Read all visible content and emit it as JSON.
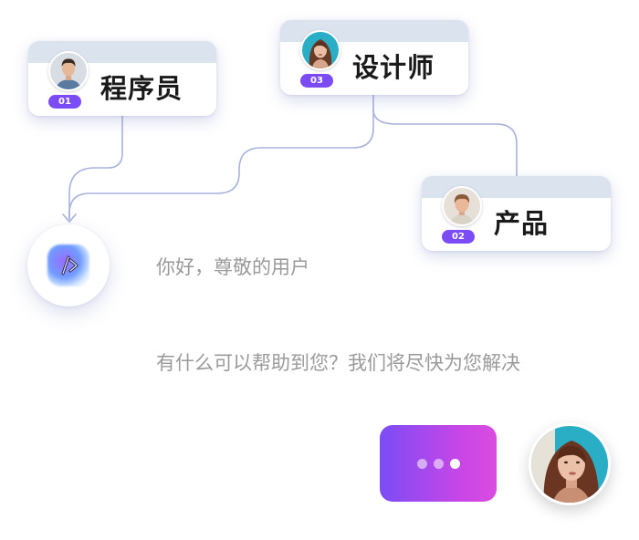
{
  "roles": [
    {
      "name": "程序员",
      "number": "01",
      "avatar_icon": "man-portrait-avatar"
    },
    {
      "name": "设计师",
      "number": "03",
      "avatar_icon": "woman-portrait-avatar"
    },
    {
      "name": "产品",
      "number": "02",
      "avatar_icon": "young-man-portrait-avatar"
    }
  ],
  "bot": {
    "icon": "code-slash-icon"
  },
  "chat": {
    "greeting": "你好，尊敬的用户",
    "help_message": "有什么可以帮助到您？我们将尽快为您解决"
  },
  "typing_indicator": {
    "dot_count": 3,
    "active_dot": 3
  },
  "user": {
    "avatar_icon": "woman-portrait-avatar"
  },
  "colors": {
    "accent_purple": "#7b4cf5",
    "accent_pink": "#d94ce0",
    "connector": "#a9b2dd",
    "card_header": "#dbe3ef",
    "muted_text": "#9a9a9a"
  }
}
